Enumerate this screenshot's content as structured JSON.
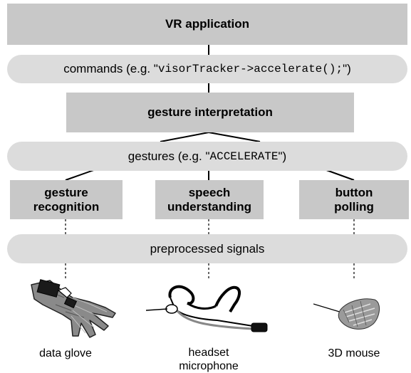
{
  "layers": {
    "vr_application": "VR application",
    "commands_prefix": "commands (e.g. \"",
    "commands_code": "visorTracker->accelerate();",
    "commands_suffix": "\")",
    "gesture_interpretation": "gesture interpretation",
    "gestures_prefix": "gestures (e.g. \"",
    "gestures_code": "ACCELERATE",
    "gestures_suffix": "\")",
    "gesture_recognition_line1": "gesture",
    "gesture_recognition_line2": "recognition",
    "speech_understanding_line1": "speech",
    "speech_understanding_line2": "understanding",
    "button_polling_line1": "button",
    "button_polling_line2": "polling",
    "preprocessed_signals": "preprocessed signals"
  },
  "devices": {
    "data_glove": "data glove",
    "headset_line1": "headset",
    "headset_line2": "microphone",
    "mouse_3d": "3D mouse"
  },
  "colors": {
    "box_fill": "#c8c8c8",
    "pill_fill": "#dcdcdc"
  }
}
